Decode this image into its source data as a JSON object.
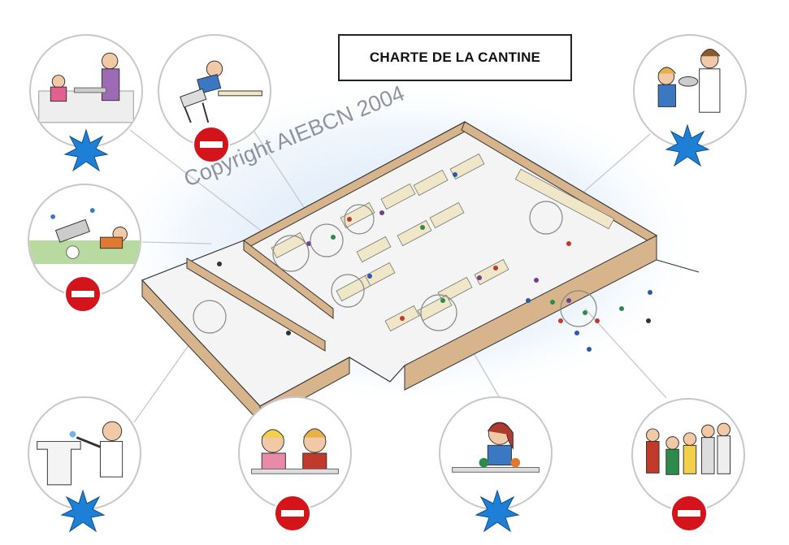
{
  "title": "CHARTE DE LA CANTINE",
  "watermark": "Copyright AIEBCN 2004",
  "colors": {
    "star_blue": "#1e7fd6",
    "no_entry_red": "#d4141b",
    "wall_tan": "#d8b48c",
    "floor": "#f4f4f4",
    "halo_blue": "#cfe3f7"
  },
  "vignettes": [
    {
      "id": "serving-line",
      "marker": "star-icon"
    },
    {
      "id": "tipping-chair",
      "marker": "no-entry-icon"
    },
    {
      "id": "running-food-spill",
      "marker": "no-entry-icon"
    },
    {
      "id": "washing-hands",
      "marker": "star-icon"
    },
    {
      "id": "arguing-children",
      "marker": "no-entry-icon"
    },
    {
      "id": "eating-politely",
      "marker": "star-icon"
    },
    {
      "id": "queue-waiting",
      "marker": "no-entry-icon"
    },
    {
      "id": "served-by-staff",
      "marker": "star-icon"
    }
  ]
}
